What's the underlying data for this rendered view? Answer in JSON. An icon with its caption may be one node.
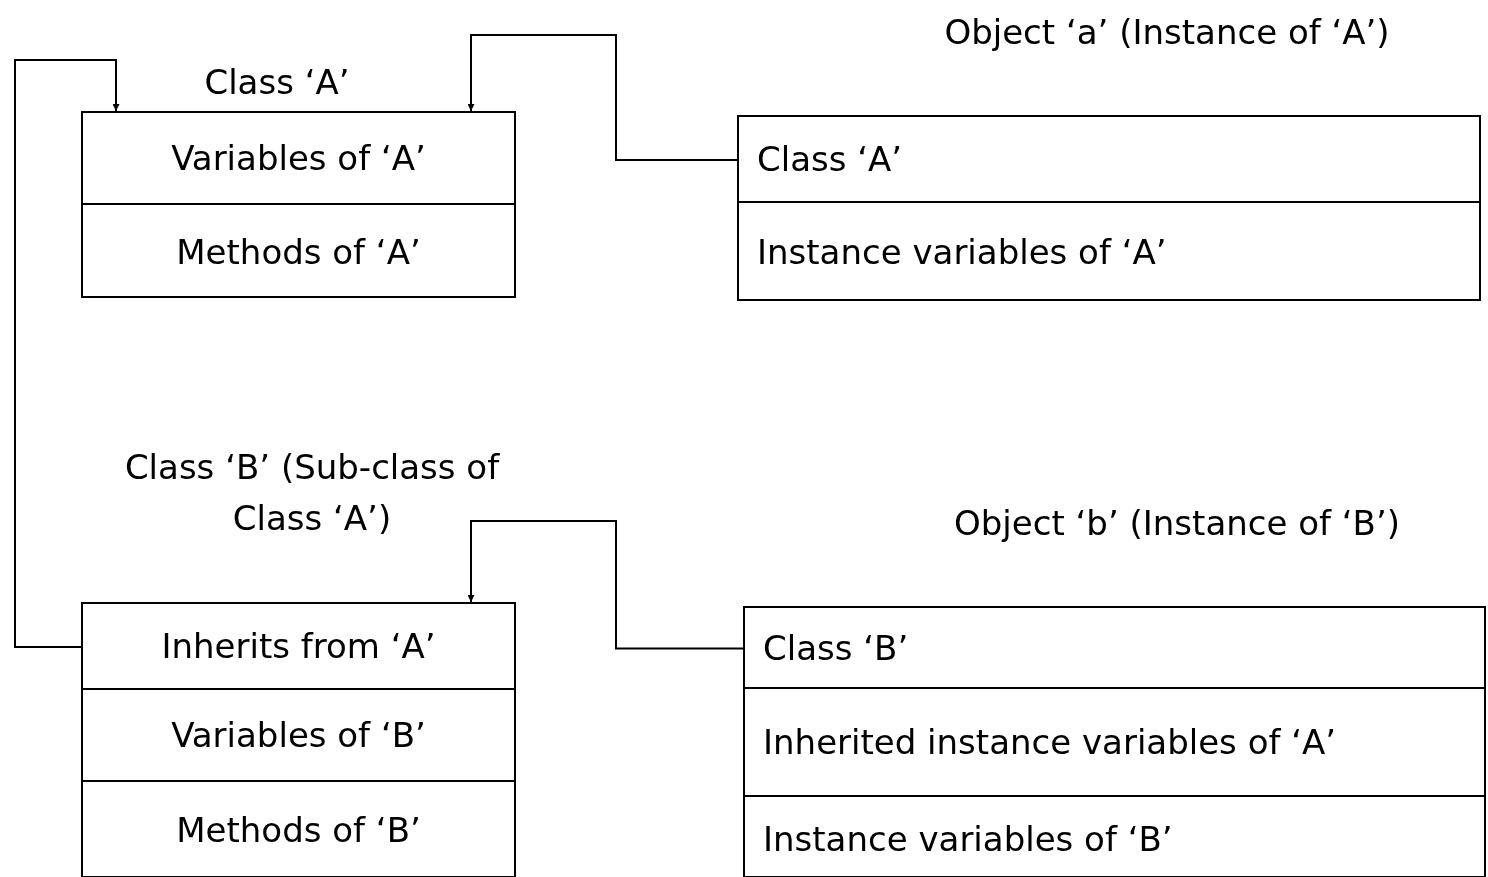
{
  "diagram": {
    "nodes": [
      {
        "text": [
          "Class ‘A’"
        ]
      },
      {
        "text": [
          "Variables of ‘A’"
        ],
        "in": 0
      },
      {
        "text": [
          "Methods of ‘A’"
        ],
        "in": 0
      },
      {
        "text": [
          "Object ‘a’ (Instance of ‘A’)"
        ]
      },
      {
        "text": [
          "Class ‘A’"
        ],
        "in": 3
      },
      {
        "text": [
          "Instance variables of ‘A’"
        ],
        "in": 3
      },
      {
        "text": [
          "Class ‘B’ (Sub-class of Class ‘A’)"
        ]
      },
      {
        "text": [
          "Inherits from ‘A’"
        ],
        "in": 6
      },
      {
        "text": [
          "Variables of ‘B’"
        ],
        "in": 6
      },
      {
        "text": [
          "Methods of ‘B’"
        ],
        "in": 6
      },
      {
        "text": [
          "Object ‘b’ (Instance of ‘B’)"
        ]
      },
      {
        "text": [
          "Class ‘B’"
        ],
        "in": 10
      },
      {
        "text": [
          "Inherited instance variables of ‘A’"
        ],
        "in": 10
      },
      {
        "text": [
          "Instance variables of ‘B’"
        ],
        "in": 10
      }
    ],
    "edges": [
      {
        "from": 4,
        "to": 0,
        "arrow": "to"
      },
      {
        "from": 7,
        "to": 0,
        "arrow": "to"
      },
      {
        "from": 11,
        "to": 6,
        "arrow": "to"
      }
    ]
  }
}
